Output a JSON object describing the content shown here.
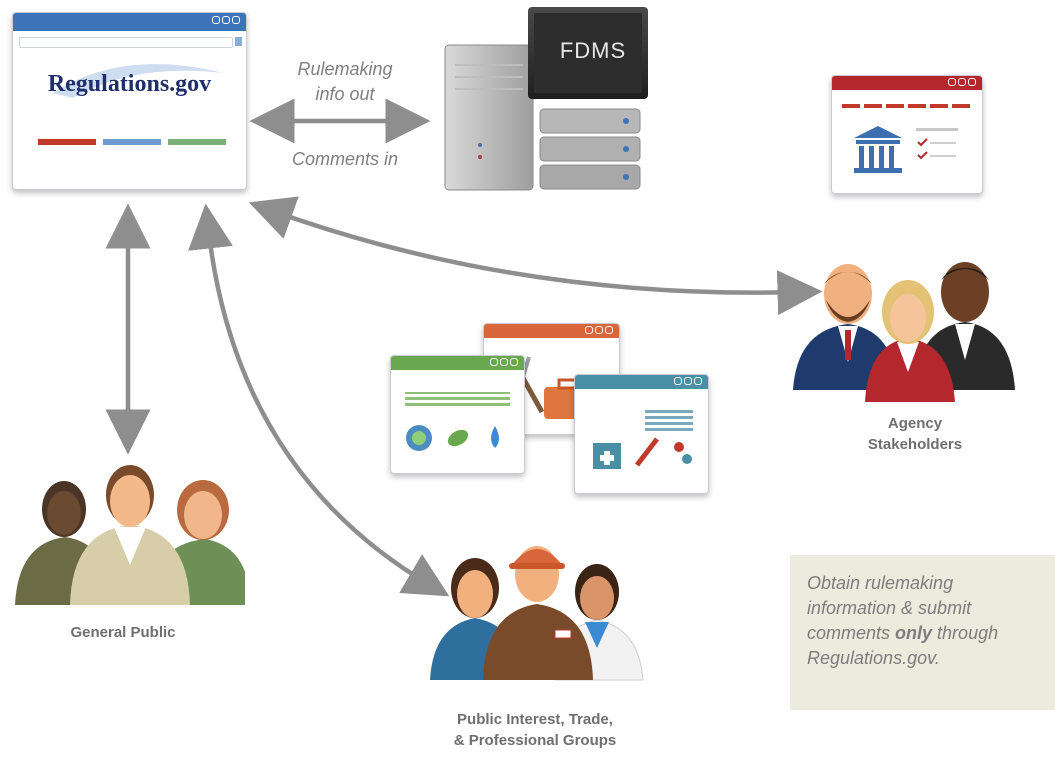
{
  "regulations_site": {
    "logo_text": "Regulations.gov"
  },
  "fdms": {
    "label": "FDMS"
  },
  "exchange": {
    "info_out": "Rulemaking\ninfo out",
    "comments_in": "Comments in"
  },
  "groups": {
    "general_public": "General Public",
    "agency_stakeholders": "Agency\nStakeholders",
    "interest_groups": "Public Interest, Trade,\n& Professional Groups"
  },
  "note": {
    "line1": "Obtain rulemaking",
    "line2": "information & submit",
    "line3_before": "comments ",
    "line3_bold": "only",
    "line3_after": " through",
    "line4": "Regulations.gov."
  },
  "colors": {
    "arrow": "#8e8e8e",
    "regs_bar": "#3d73b8",
    "agency_bar": "#b3272d",
    "green_bar": "#6aa84f",
    "orange_bar": "#d9663a",
    "teal_bar": "#4a8fa6"
  }
}
